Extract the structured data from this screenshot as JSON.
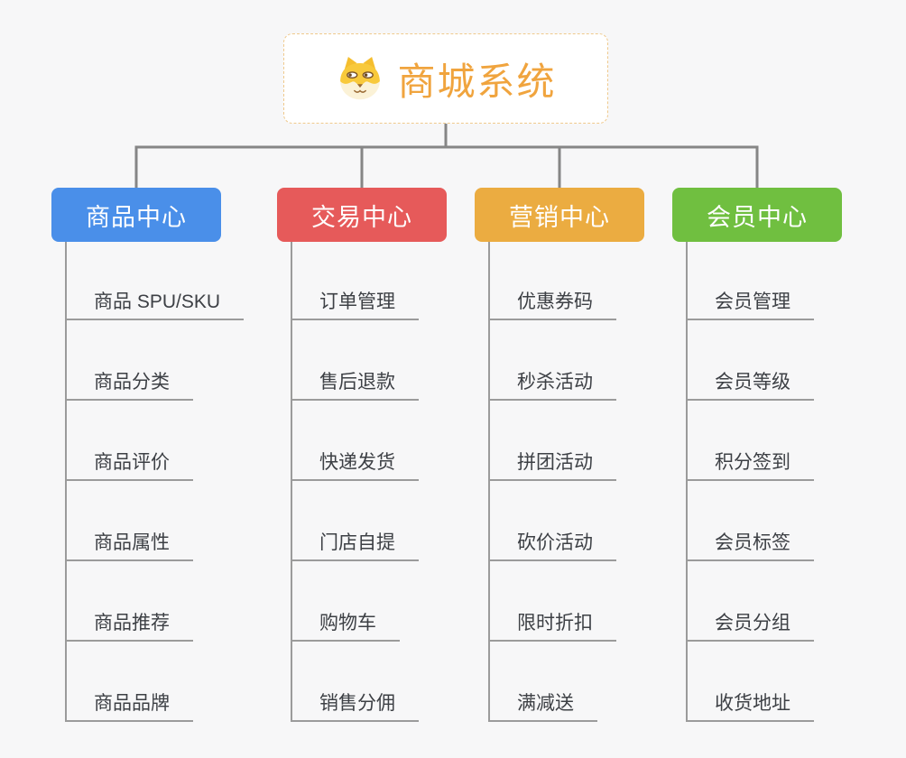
{
  "root": {
    "title": "商城系统",
    "icon": "shiba-dog-icon"
  },
  "branches": [
    {
      "label": "商品中心",
      "color": "#4A8FE9",
      "children": [
        "商品 SPU/SKU",
        "商品分类",
        "商品评价",
        "商品属性",
        "商品推荐",
        "商品品牌"
      ]
    },
    {
      "label": "交易中心",
      "color": "#E65A5A",
      "children": [
        "订单管理",
        "售后退款",
        "快递发货",
        "门店自提",
        "购物车",
        "销售分佣"
      ]
    },
    {
      "label": "营销中心",
      "color": "#EBAC41",
      "children": [
        "优惠券码",
        "秒杀活动",
        "拼团活动",
        "砍价活动",
        "限时折扣",
        "满减送"
      ]
    },
    {
      "label": "会员中心",
      "color": "#70BF40",
      "children": [
        "会员管理",
        "会员等级",
        "积分签到",
        "会员标签",
        "会员分组",
        "收货地址"
      ]
    }
  ],
  "colors": {
    "background": "#F7F7F8",
    "connector_line": "#868686",
    "leaf_line": "#9B9B9B",
    "leaf_text": "#3D4045",
    "root_text": "#F0A43E",
    "root_border": "#EFC98C",
    "branch_text": "#FFFFFF"
  }
}
